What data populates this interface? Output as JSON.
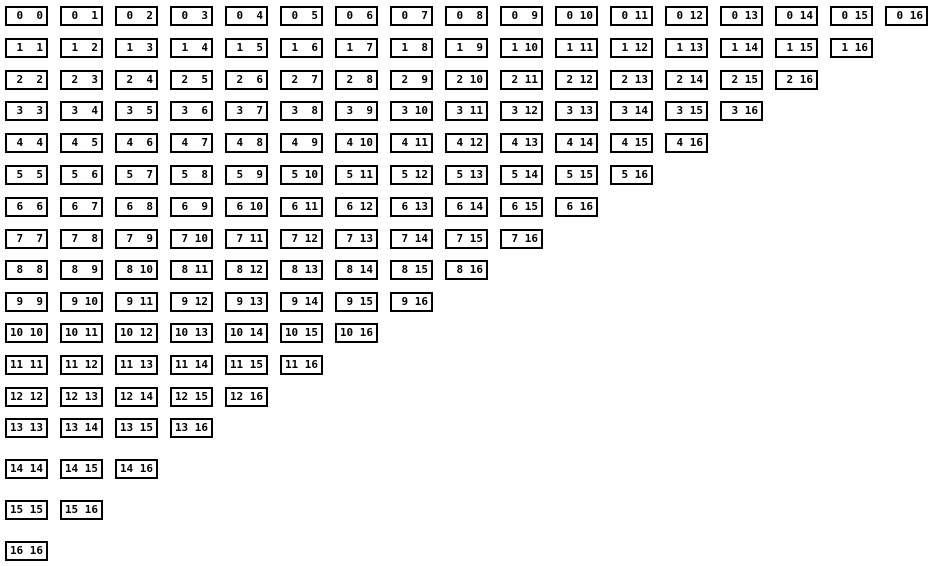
{
  "rows": [
    [
      " 0  0",
      " 0  1",
      " 0  2",
      " 0  3",
      " 0  4",
      " 0  5",
      " 0  6",
      " 0  7",
      " 0  8",
      " 0  9",
      " 0 10",
      " 0 11",
      " 0 12",
      " 0 13",
      " 0 14",
      " 0 15",
      " 0 16"
    ],
    [
      " 1  1",
      " 1  2",
      " 1  3",
      " 1  4",
      " 1  5",
      " 1  6",
      " 1  7",
      " 1  8",
      " 1  9",
      " 1 10",
      " 1 11",
      " 1 12",
      " 1 13",
      " 1 14",
      " 1 15",
      " 1 16"
    ],
    [
      " 2  2",
      " 2  3",
      " 2  4",
      " 2  5",
      " 2  6",
      " 2  7",
      " 2  8",
      " 2  9",
      " 2 10",
      " 2 11",
      " 2 12",
      " 2 13",
      " 2 14",
      " 2 15",
      " 2 16"
    ],
    [
      " 3  3",
      " 3  4",
      " 3  5",
      " 3  6",
      " 3  7",
      " 3  8",
      " 3  9",
      " 3 10",
      " 3 11",
      " 3 12",
      " 3 13",
      " 3 14",
      " 3 15",
      " 3 16"
    ],
    [
      " 4  4",
      " 4  5",
      " 4  6",
      " 4  7",
      " 4  8",
      " 4  9",
      " 4 10",
      " 4 11",
      " 4 12",
      " 4 13",
      " 4 14",
      " 4 15",
      " 4 16"
    ],
    [
      " 5  5",
      " 5  6",
      " 5  7",
      " 5  8",
      " 5  9",
      " 5 10",
      " 5 11",
      " 5 12",
      " 5 13",
      " 5 14",
      " 5 15",
      " 5 16"
    ],
    [
      " 6  6",
      " 6  7",
      " 6  8",
      " 6  9",
      " 6 10",
      " 6 11",
      " 6 12",
      " 6 13",
      " 6 14",
      " 6 15",
      " 6 16"
    ],
    [
      " 7  7",
      " 7  8",
      " 7  9",
      " 7 10",
      " 7 11",
      " 7 12",
      " 7 13",
      " 7 14",
      " 7 15",
      " 7 16"
    ],
    [
      " 8  8",
      " 8  9",
      " 8 10",
      " 8 11",
      " 8 12",
      " 8 13",
      " 8 14",
      " 8 15",
      " 8 16"
    ],
    [
      " 9  9",
      " 9 10",
      " 9 11",
      " 9 12",
      " 9 13",
      " 9 14",
      " 9 15",
      " 9 16"
    ],
    [
      "10 10",
      "10 11",
      "10 12",
      "10 13",
      "10 14",
      "10 15",
      "10 16"
    ],
    [
      "11 11",
      "11 12",
      "11 13",
      "11 14",
      "11 15",
      "11 16"
    ],
    [
      "12 12",
      "12 13",
      "12 14",
      "12 15",
      "12 16"
    ],
    [
      "13 13",
      "13 14",
      "13 15",
      "13 16"
    ],
    [
      "14 14",
      "14 15",
      "14 16"
    ],
    [
      "15 15",
      "15 16"
    ],
    [
      "16 16"
    ]
  ]
}
